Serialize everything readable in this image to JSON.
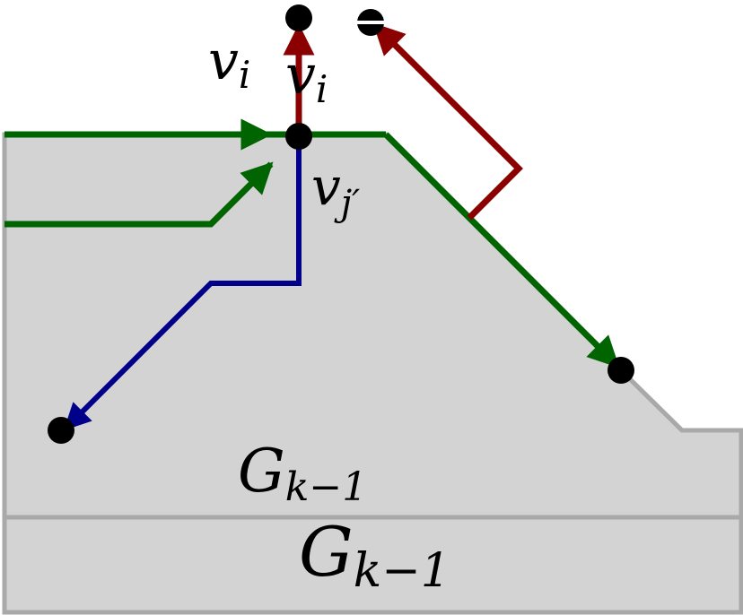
{
  "labels": {
    "vi_1": {
      "base": "v",
      "sub": "i"
    },
    "vi_2": {
      "base": "v",
      "sub": "i"
    },
    "vj": {
      "base": "v",
      "sub": "j′"
    },
    "gk_1": {
      "base": "G",
      "sub": "k−1"
    },
    "gk_2": {
      "base": "G",
      "sub": "k−1"
    }
  },
  "colors": {
    "region_fill": "#d3d3d3",
    "region_stroke": "#a9a9a9",
    "green_path": "#006400",
    "red_path": "#8b0000",
    "blue_path": "#00008b",
    "vertex": "#000000"
  }
}
